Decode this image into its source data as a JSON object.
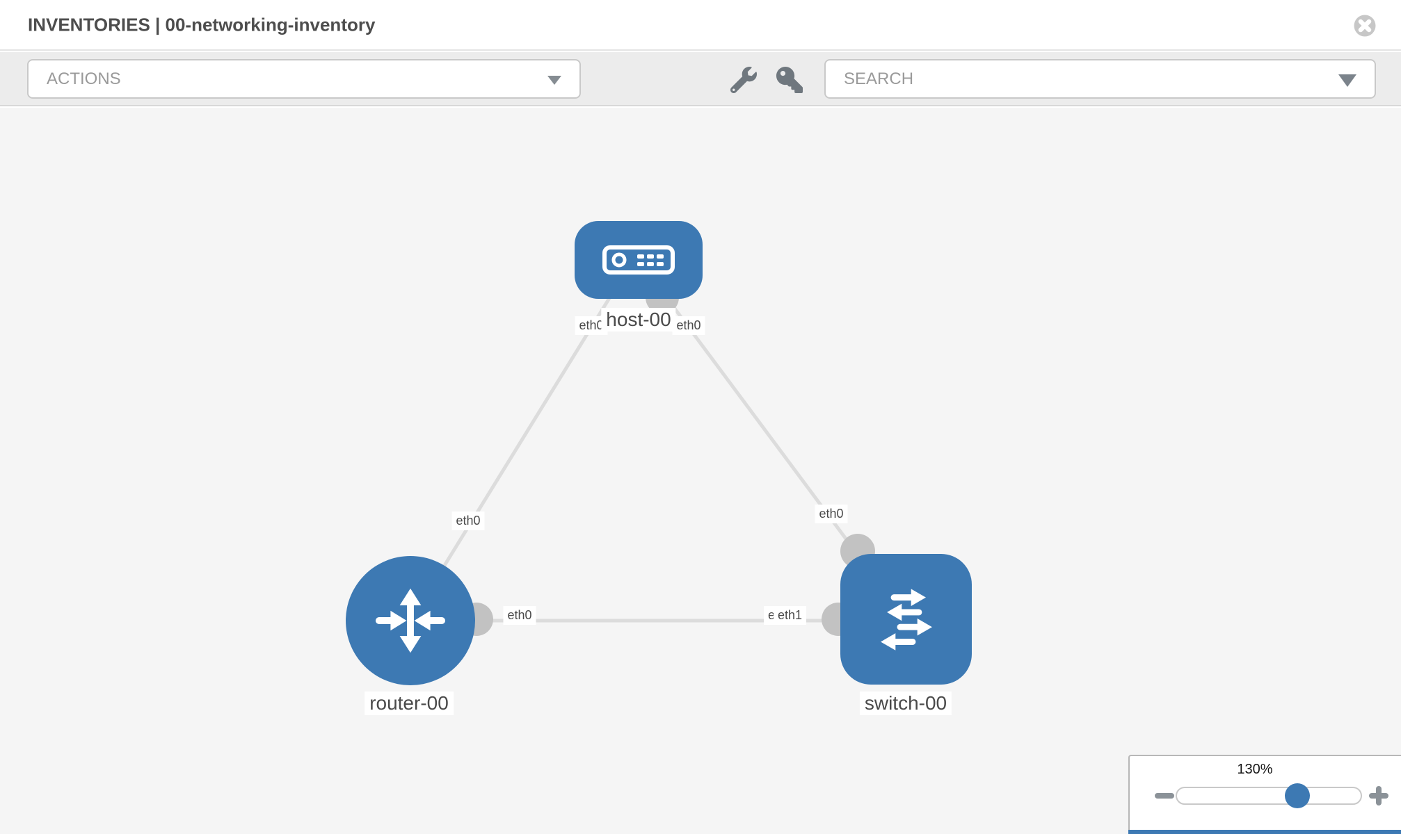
{
  "header": {
    "title": "INVENTORIES | 00-networking-inventory",
    "close_icon": "times-circle-icon"
  },
  "toolbar": {
    "actions_label": "ACTIONS",
    "search_placeholder": "SEARCH",
    "icons": [
      "wrench-icon",
      "key-icon"
    ]
  },
  "topology": {
    "nodes": [
      {
        "id": "host-00",
        "type": "host",
        "label": "host-00"
      },
      {
        "id": "router-00",
        "type": "router",
        "label": "router-00"
      },
      {
        "id": "switch-00",
        "type": "switch",
        "label": "switch-00"
      }
    ],
    "links": [
      {
        "source": "host-00",
        "target": "router-00",
        "source_interface": "eth0",
        "target_interface": "eth0"
      },
      {
        "source": "host-00",
        "target": "switch-00",
        "source_interface": "eth0",
        "target_interface": "eth0"
      },
      {
        "source": "router-00",
        "target": "switch-00",
        "source_interface": "eth0",
        "target_interface": "eth1"
      }
    ],
    "interface_labels": [
      "eth0",
      "eth0",
      "eth0",
      "eth0",
      "eth0",
      "eth0",
      "eth1"
    ]
  },
  "zoom": {
    "level": "130%"
  },
  "colors": {
    "node_blue": "#3d79b3",
    "link_gray": "#dcdcdc",
    "connector_gray": "#c2c2c2",
    "toolbar_bg": "#ececec",
    "canvas_bg": "#f5f5f5"
  }
}
